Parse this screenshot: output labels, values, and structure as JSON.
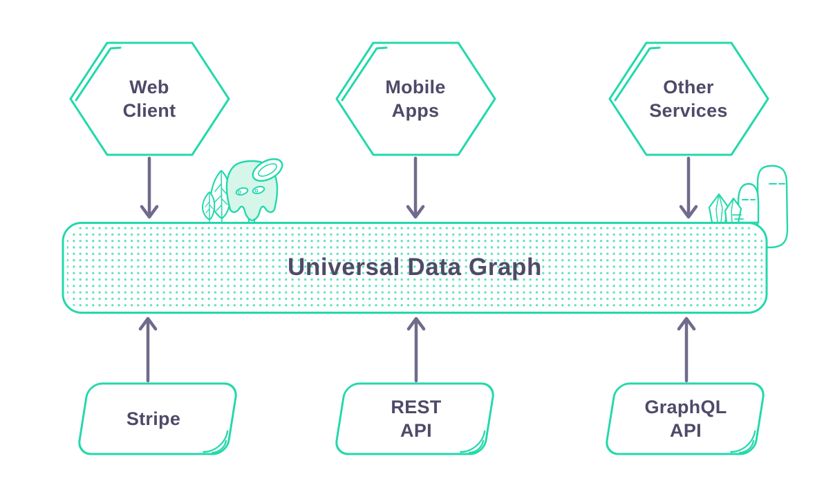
{
  "palette": {
    "teal_outline": "#23d8ab",
    "mint_fill": "#d6f6ea",
    "dot_fill": "#5de2c0",
    "text_ink": "#4e4a68",
    "arrow_purple": "#6f6b8c",
    "background": "#ffffff"
  },
  "clients": [
    {
      "id": "web-client",
      "label": "Web\nClient"
    },
    {
      "id": "mobile-apps",
      "label": "Mobile\nApps"
    },
    {
      "id": "other-services",
      "label": "Other\nServices"
    }
  ],
  "hub": {
    "label": "Universal Data Graph"
  },
  "backends": [
    {
      "id": "stripe",
      "label": "Stripe"
    },
    {
      "id": "rest-api",
      "label": "REST\nAPI"
    },
    {
      "id": "graphql-api",
      "label": "GraphQL\nAPI"
    }
  ],
  "decorations": {
    "left": "haloed-sprite-with-leaves",
    "right": "crystals-and-stone-mounds"
  }
}
